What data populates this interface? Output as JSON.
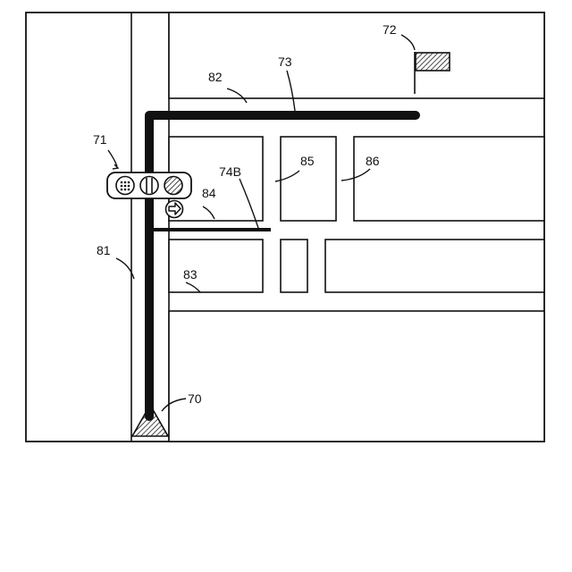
{
  "labels": {
    "current_position": "70",
    "traffic_signal": "71",
    "destination": "72",
    "route": "73",
    "side_route": "74B",
    "road_81": "81",
    "road_82": "82",
    "block_83": "83",
    "road_84": "84",
    "block_85": "85",
    "block_86": "86"
  },
  "icons": {
    "signal": "traffic-light-icon",
    "turn_arrow": "turn-arrow-icon",
    "destination_flag": "flag-icon",
    "current_position": "triangle-marker-icon"
  }
}
